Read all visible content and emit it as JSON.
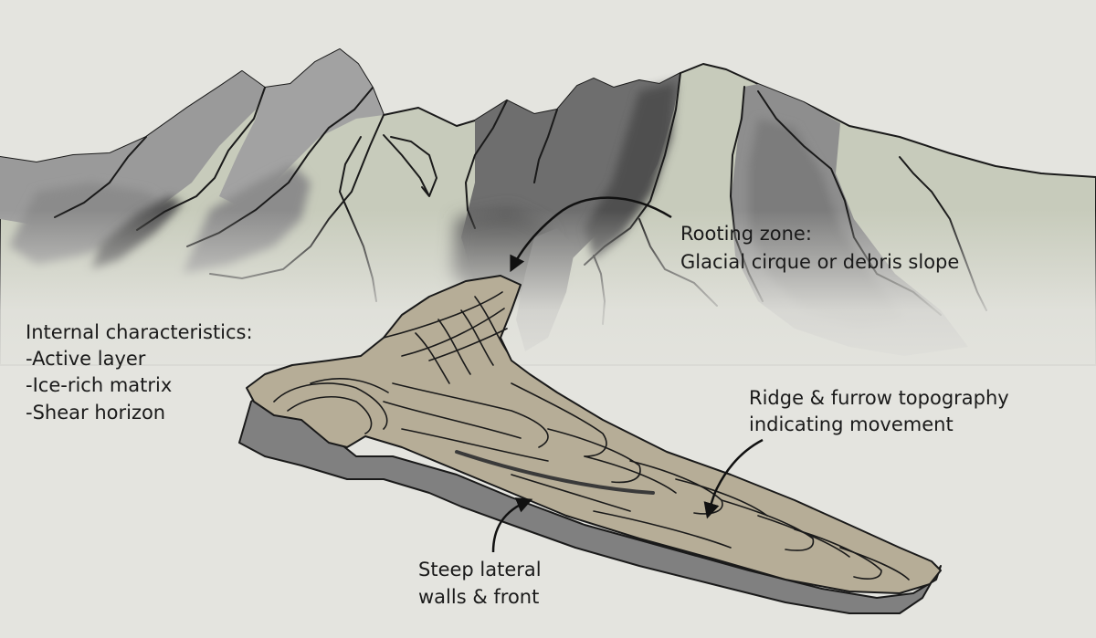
{
  "labels": {
    "rooting_zone": [
      "Rooting zone:",
      "Glacial cirque or debris slope"
    ],
    "internal": [
      "Internal characteristics:",
      "-Active layer",
      "-Ice-rich matrix",
      "-Shear horizon"
    ],
    "ridge_furrow": [
      "Ridge & furrow topography",
      "indicating movement"
    ],
    "steep_walls": [
      "Steep lateral",
      "walls & front"
    ]
  },
  "colors": {
    "background": "#e4e4df",
    "mountain_light": "#c7cbbb",
    "mountain_mid": "#9a9a9a",
    "mountain_dark": "#6e6e6e",
    "glacier_body": "#b6ad97",
    "glacier_shadow": "#808080",
    "outline": "#1a1a1a"
  }
}
